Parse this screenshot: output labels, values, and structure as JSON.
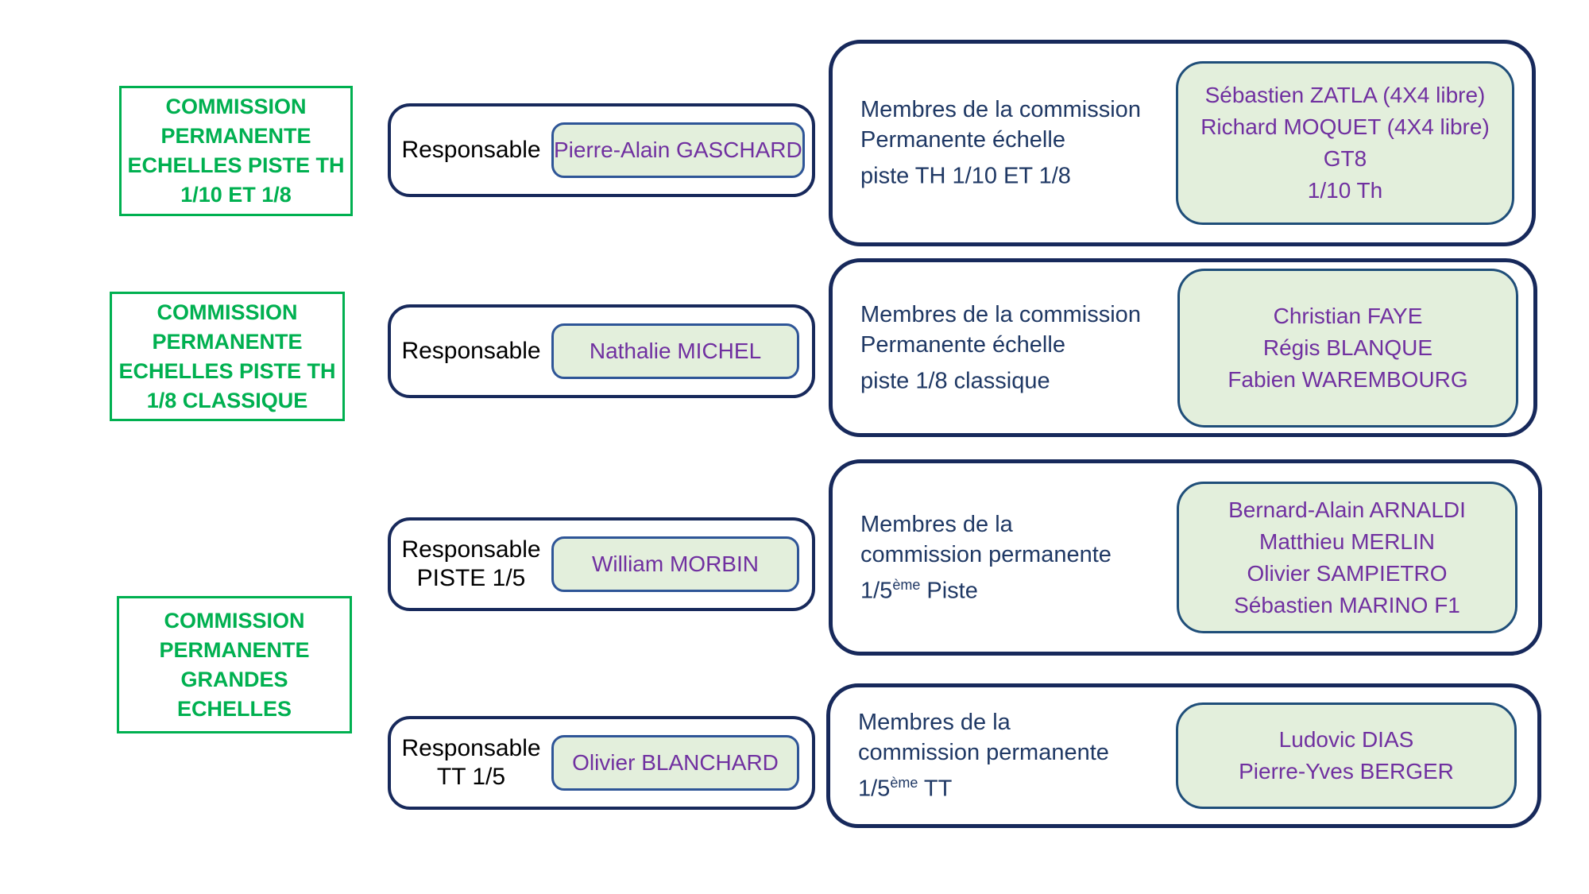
{
  "colors": {
    "commission_green": "#00B050",
    "outer_border_navy": "#17295B",
    "members_text_navy": "#1F3864",
    "name_purple": "#7030A0",
    "name_box_fill": "#E3EFDC",
    "pill_border_blue": "#2E5597",
    "name_box_border_blue": "#1F4E79",
    "background": "#FFFFFF"
  },
  "commissions": [
    {
      "label": [
        "COMMISSION",
        "PERMANENTE",
        "ECHELLES PISTE TH",
        "1/10 ET 1/8"
      ]
    },
    {
      "label": [
        "COMMISSION",
        "PERMANENTE",
        "ECHELLES PISTE TH",
        "1/8 CLASSIQUE"
      ]
    },
    {
      "label": [
        "COMMISSION",
        "PERMANENTE",
        "GRANDES",
        "ECHELLES"
      ]
    }
  ],
  "rows": [
    {
      "responsable_label": [
        "Responsable"
      ],
      "responsable_name": "Pierre-Alain GASCHARD",
      "members_label_pre": [
        "Membres de la commission",
        "Permanente échelle",
        "piste TH 1/10 ET 1/8"
      ],
      "members_label_sup": "",
      "members_label_post": "",
      "members": [
        "Sébastien ZATLA (4X4 libre)",
        "Richard MOQUET (4X4 libre)",
        "GT8",
        "1/10 Th"
      ]
    },
    {
      "responsable_label": [
        "Responsable"
      ],
      "responsable_name": "Nathalie MICHEL",
      "members_label_pre": [
        "Membres de la commission",
        "Permanente échelle",
        "piste 1/8 classique"
      ],
      "members_label_sup": "",
      "members_label_post": "",
      "members": [
        "Christian FAYE",
        "Régis BLANQUE",
        "Fabien WAREMBOURG"
      ]
    },
    {
      "responsable_label": [
        "Responsable",
        "PISTE 1/5"
      ],
      "responsable_name": "William MORBIN",
      "members_label_pre": [
        "Membres de la",
        "commission permanente",
        "1/5"
      ],
      "members_label_sup": "ème",
      "members_label_post": " Piste",
      "members": [
        "Bernard-Alain ARNALDI",
        "Matthieu MERLIN",
        "Olivier SAMPIETRO",
        "Sébastien MARINO F1"
      ]
    },
    {
      "responsable_label": [
        "Responsable",
        "TT 1/5"
      ],
      "responsable_name": "Olivier BLANCHARD",
      "members_label_pre": [
        "Membres de la",
        "commission permanente",
        "1/5"
      ],
      "members_label_sup": "ème",
      "members_label_post": " TT",
      "members": [
        "Ludovic DIAS",
        "Pierre-Yves BERGER"
      ]
    }
  ]
}
